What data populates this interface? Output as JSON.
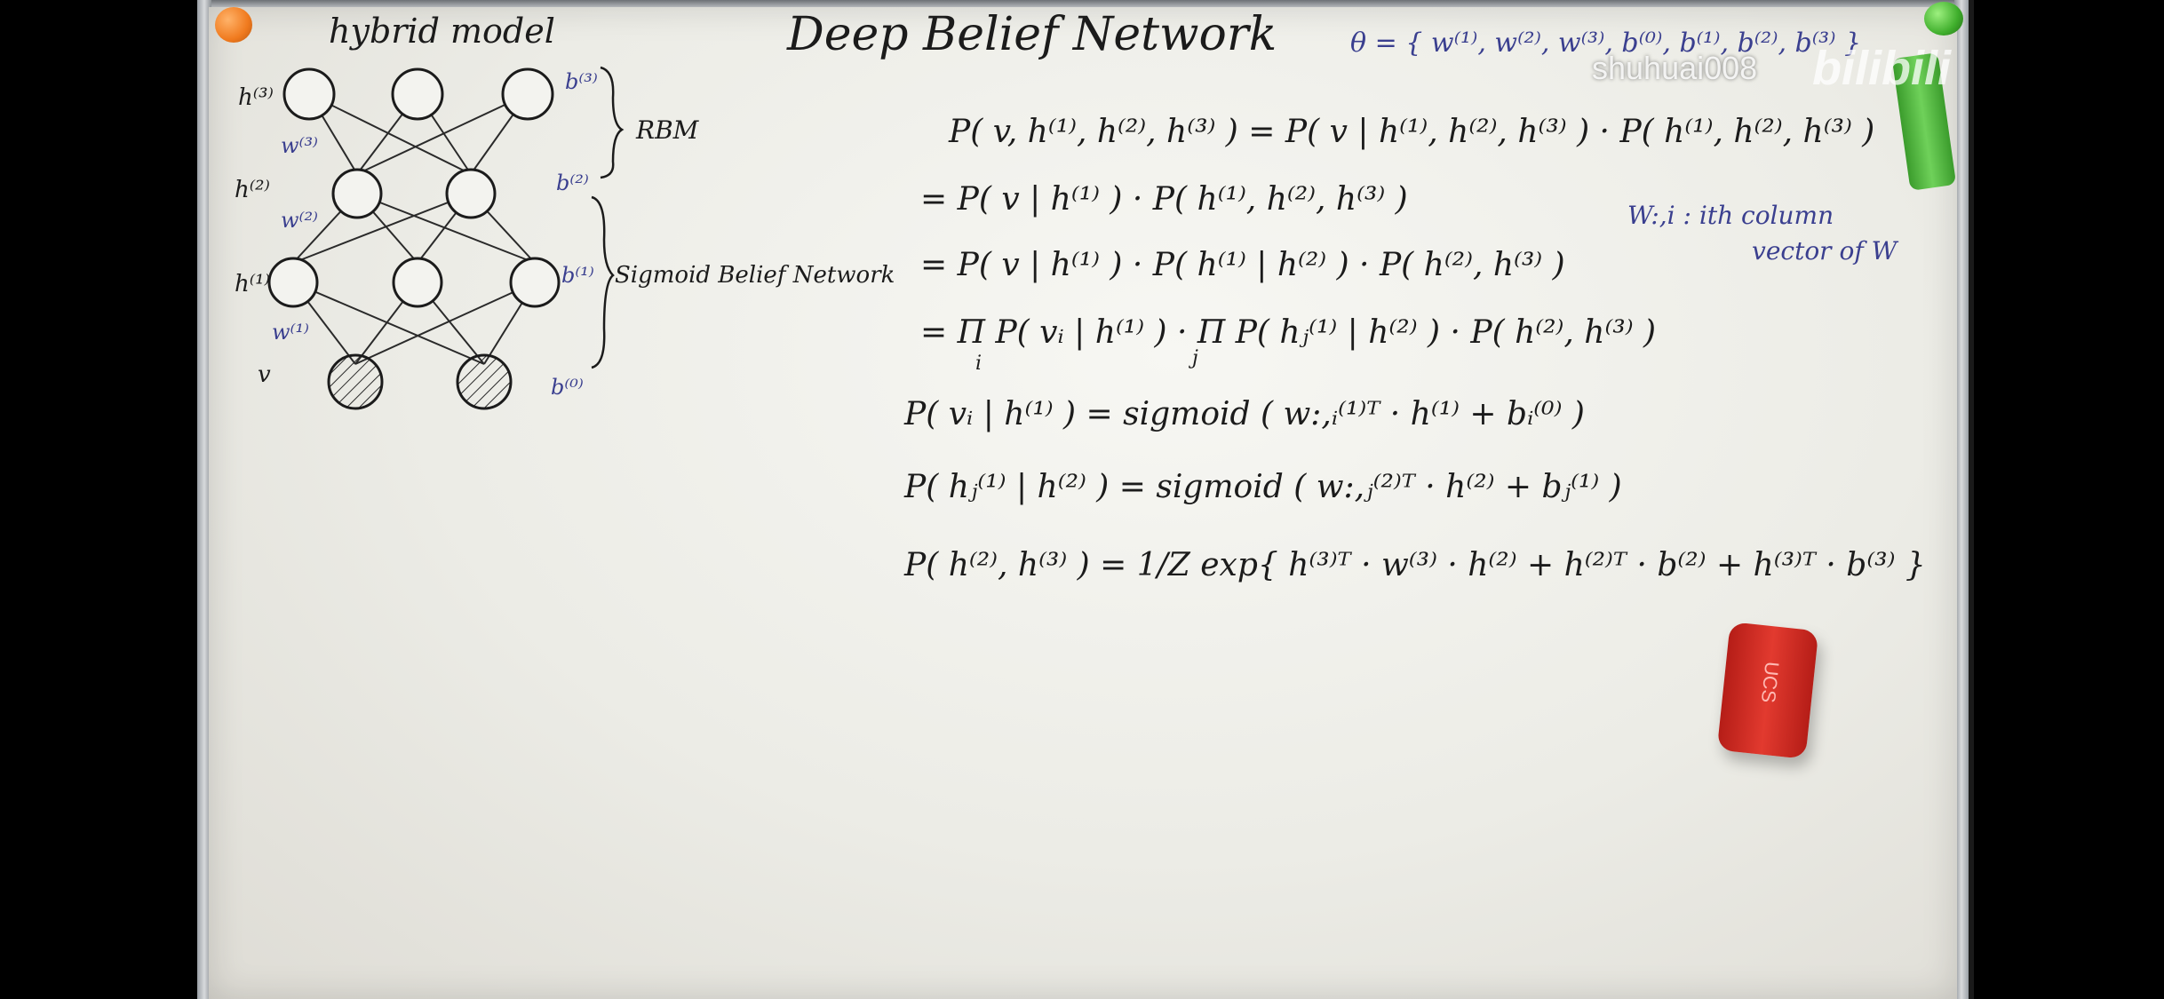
{
  "board": {
    "title": "Deep Belief Network",
    "diagram_title": "hybrid model",
    "params": "θ = { w⁽¹⁾, w⁽²⁾, w⁽³⁾, b⁽⁰⁾, b⁽¹⁾, b⁽²⁾, b⁽³⁾ }",
    "labels": {
      "h3": "h⁽³⁾",
      "h2": "h⁽²⁾",
      "h1": "h⁽¹⁾",
      "v": "v",
      "w3": "w⁽³⁾",
      "w2": "w⁽²⁾",
      "w1": "w⁽¹⁾",
      "b3": "b⁽³⁾",
      "b2": "b⁽²⁾",
      "b1": "b⁽¹⁾",
      "b0": "b⁽⁰⁾",
      "rbm": "RBM",
      "sbn": "Sigmoid Belief Network"
    },
    "equations": [
      "P( v, h⁽¹⁾, h⁽²⁾, h⁽³⁾ ) = P( v | h⁽¹⁾, h⁽²⁾, h⁽³⁾ ) · P( h⁽¹⁾, h⁽²⁾, h⁽³⁾ )",
      "= P( v | h⁽¹⁾ ) · P( h⁽¹⁾, h⁽²⁾, h⁽³⁾ )",
      "= P( v | h⁽¹⁾ ) · P( h⁽¹⁾ | h⁽²⁾ ) · P( h⁽²⁾, h⁽³⁾ )",
      "= Π P( vᵢ | h⁽¹⁾ ) · Π P( hⱼ⁽¹⁾ | h⁽²⁾ ) · P( h⁽²⁾, h⁽³⁾ )",
      "P( vᵢ | h⁽¹⁾ ) = sigmoid ( w:,ᵢ⁽¹⁾ᵀ · h⁽¹⁾ + bᵢ⁽⁰⁾ )",
      "P( hⱼ⁽¹⁾ | h⁽²⁾ ) = sigmoid ( w:,ⱼ⁽²⁾ᵀ · h⁽²⁾ + bⱼ⁽¹⁾ )",
      "P( h⁽²⁾, h⁽³⁾ ) = 1/Z exp{ h⁽³⁾ᵀ · w⁽³⁾ · h⁽²⁾ + h⁽²⁾ᵀ · b⁽²⁾ + h⁽³⁾ᵀ · b⁽³⁾ }"
    ],
    "prod_sub_i": "i",
    "prod_sub_j": "j",
    "side_note_1": "W:,i : ith column",
    "side_note_2": "vector of W"
  },
  "watermark": {
    "channel": "shuhuai008",
    "logo": "bilibili"
  },
  "eraser_text": "UCS",
  "colors": {
    "ink": "#1b1b1b",
    "blue_ink": "#3a3f8f",
    "magnet_orange": "#f07a1e",
    "magnet_green": "#3fae2c",
    "eraser_red": "#d92b22"
  }
}
